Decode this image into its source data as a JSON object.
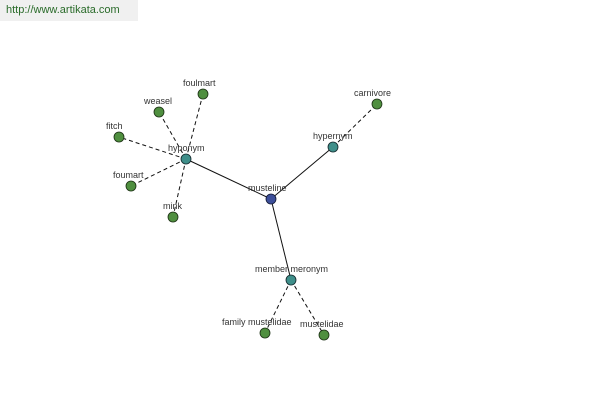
{
  "header": {
    "url": "http://www.artikata.com"
  },
  "colors": {
    "root": "#3d4f9a",
    "relation": "#3f8f8a",
    "leaf": "#4f8f3f"
  },
  "graph": {
    "root": {
      "id": "musteline",
      "label": "musteline"
    },
    "relations": [
      {
        "id": "hyponym",
        "label": "hyponym"
      },
      {
        "id": "hypernym",
        "label": "hypernym"
      },
      {
        "id": "member_meronym",
        "label": "member meronym"
      }
    ],
    "leaves": [
      {
        "id": "foulmart",
        "label": "foulmart",
        "parent": "hyponym"
      },
      {
        "id": "weasel",
        "label": "weasel",
        "parent": "hyponym"
      },
      {
        "id": "fitch",
        "label": "fitch",
        "parent": "hyponym"
      },
      {
        "id": "foumart",
        "label": "foumart",
        "parent": "hyponym"
      },
      {
        "id": "mink",
        "label": "mink",
        "parent": "hyponym"
      },
      {
        "id": "carnivore",
        "label": "carnivore",
        "parent": "hypernym"
      },
      {
        "id": "family_mustelidae",
        "label": "family mustelidae",
        "parent": "member_meronym"
      },
      {
        "id": "mustelidae",
        "label": "mustelidae",
        "parent": "member_meronym"
      }
    ]
  }
}
